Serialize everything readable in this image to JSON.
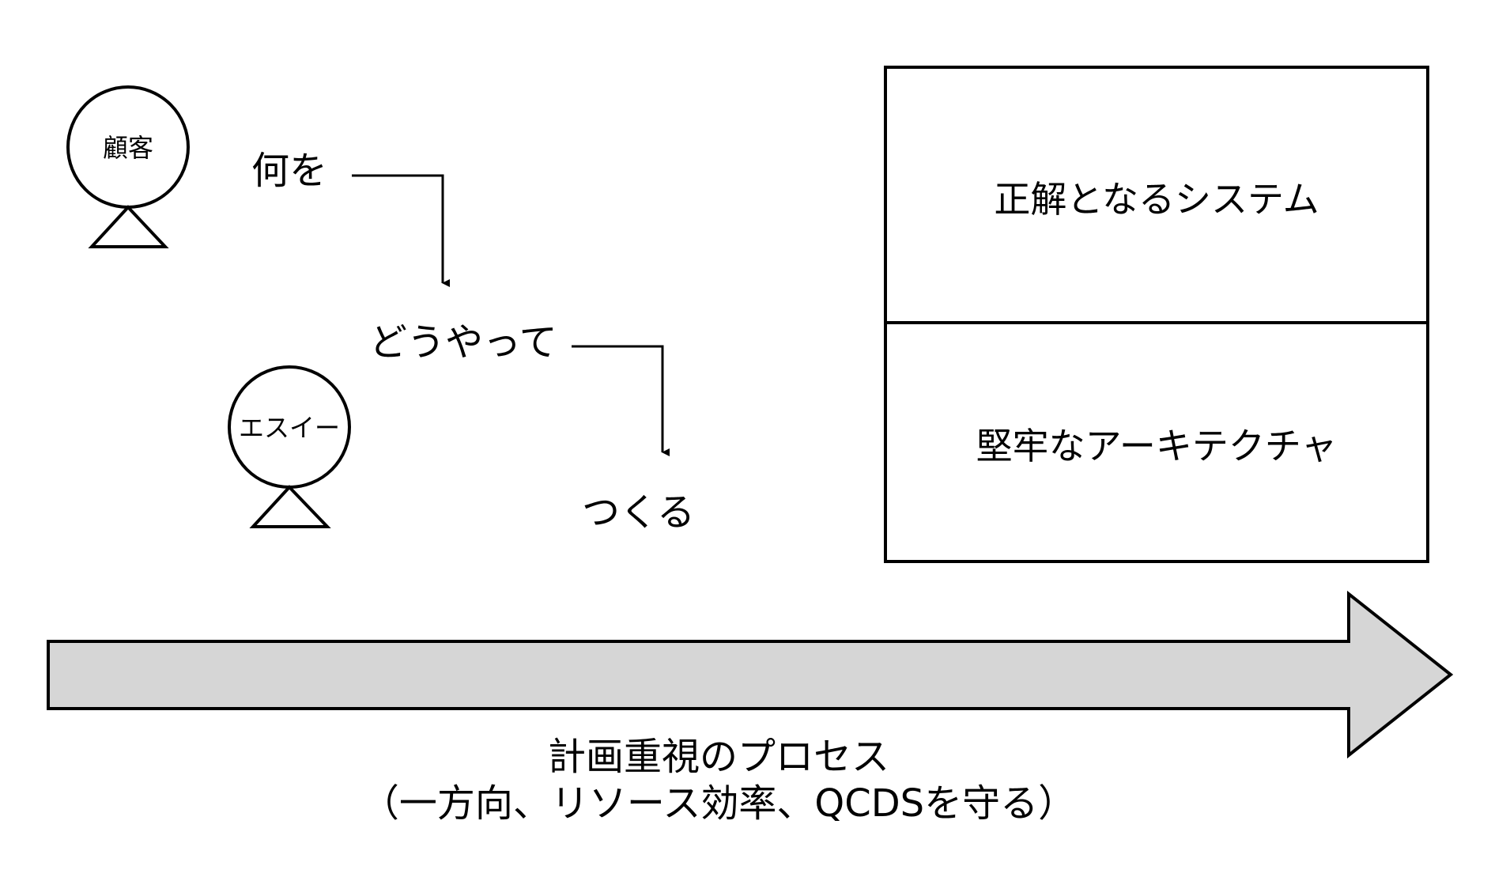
{
  "actors": {
    "customer": {
      "label": "顧客"
    },
    "vendor": {
      "label": "エスイー"
    }
  },
  "flow": {
    "what": "何を",
    "how": "どうやって",
    "make": "つくる"
  },
  "stack": {
    "top_label": "正解となるシステム",
    "bottom_label": "堅牢なアーキテクチャ"
  },
  "process": {
    "title": "計画重視のプロセス",
    "subtitle": "（一方向、リソース効率、QCDSを守る）"
  },
  "colors": {
    "stroke": "#000000",
    "arrow_fill": "#d6d6d6",
    "background": "#ffffff"
  }
}
